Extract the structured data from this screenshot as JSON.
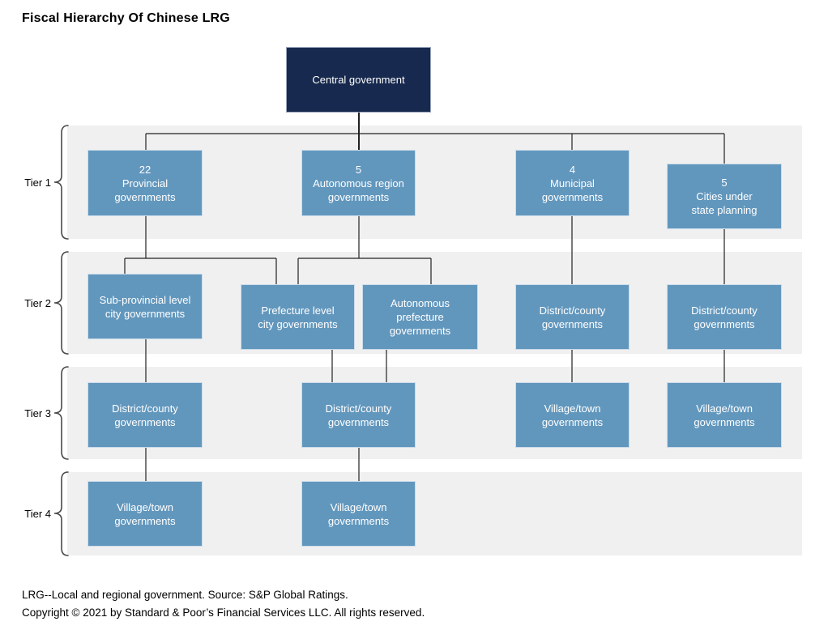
{
  "title": "Fiscal Hierarchy Of Chinese LRG",
  "chart": {
    "central": {
      "label": "Central government"
    },
    "tiers": [
      {
        "label": "Tier 1",
        "nodes": [
          {
            "label": "22\nProvincial\ngovernments"
          },
          {
            "label": "5\nAutonomous region\ngovernments"
          },
          {
            "label": "4\nMunicipal\ngovernments"
          },
          {
            "label": "5\nCities under\nstate planning"
          }
        ]
      },
      {
        "label": "Tier 2",
        "nodes": [
          {
            "label": "Sub-provincial level\ncity governments"
          },
          {
            "label": "Prefecture level\ncity governments"
          },
          {
            "label": "Autonomous\nprefecture\ngovernments"
          },
          {
            "label": "District/county\ngovernments"
          },
          {
            "label": "District/county\ngovernments"
          }
        ]
      },
      {
        "label": "Tier 3",
        "nodes": [
          {
            "label": "District/county\ngovernments"
          },
          {
            "label": "District/county\ngovernments"
          },
          {
            "label": "Village/town\ngovernments"
          },
          {
            "label": "Village/town\ngovernments"
          }
        ]
      },
      {
        "label": "Tier 4",
        "nodes": [
          {
            "label": "Village/town\ngovernments"
          },
          {
            "label": "Village/town\ngovernments"
          }
        ]
      }
    ]
  },
  "footnotes": {
    "line1": "LRG--Local and regional government. Source: S&P Global Ratings.",
    "line2": "Copyright © 2021 by Standard & Poor’s Financial Services LLC. All rights reserved."
  },
  "colors": {
    "node_blue": "#6297bd",
    "node_navy": "#17294e",
    "band_gray": "#f0f0f1",
    "line": "#222222",
    "node_border": "#ccdcea",
    "text_on_node": "#ffffff"
  }
}
